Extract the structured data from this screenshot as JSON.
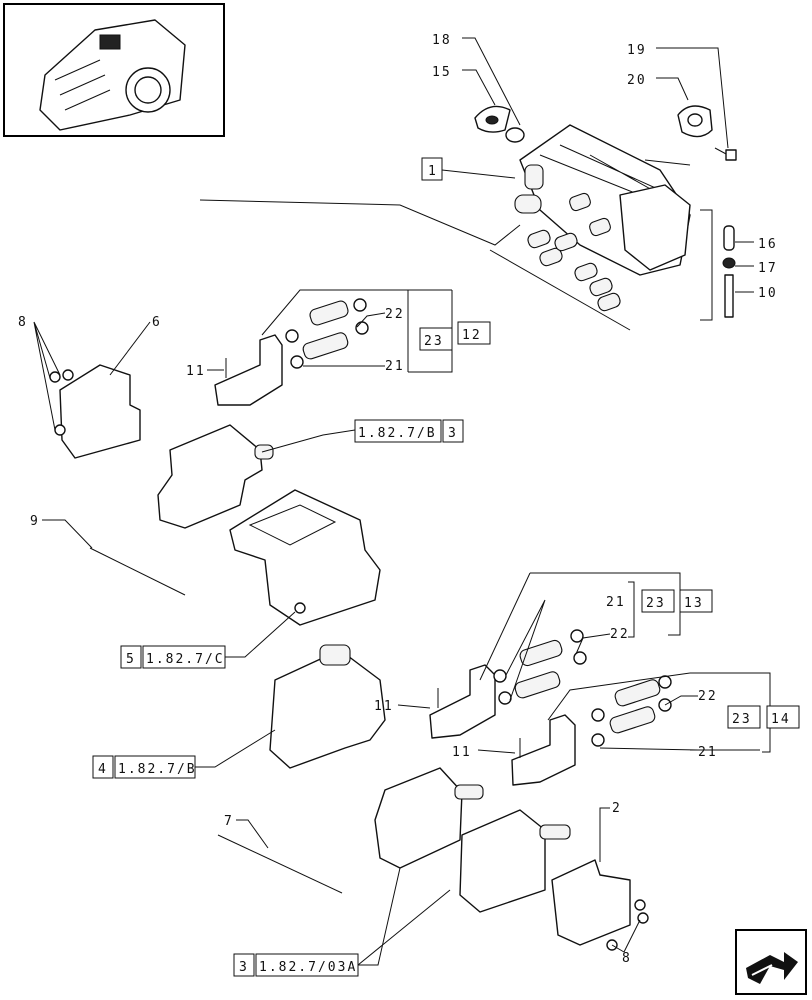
{
  "labels": {
    "l1": "1",
    "l2": "2",
    "l3": "3",
    "l4": "4",
    "l5": "5",
    "l6": "6",
    "l7": "7",
    "l8a": "8",
    "l8b": "8",
    "l9": "9",
    "l10": "10",
    "l11a": "11",
    "l11b": "11",
    "l11c": "11",
    "l12": "12",
    "l13": "13",
    "l14": "14",
    "l15": "15",
    "l16": "16",
    "l17": "17",
    "l18": "18",
    "l19": "19",
    "l20": "20",
    "l21a": "21",
    "l21b": "21",
    "l21c": "21",
    "l22a": "22",
    "l22b": "22",
    "l22c": "22",
    "l23a": "23",
    "l23b": "23",
    "l23c": "23"
  },
  "refs": {
    "r_b3": "1.82.7/B",
    "r_c5": "1.82.7/C",
    "r_b4": "1.82.7/B",
    "r_03a": "1.82.7/03A"
  },
  "icons": {
    "thumbnail": "transmission-thumbnail",
    "nav": "page-navigation-arrow-icon"
  }
}
